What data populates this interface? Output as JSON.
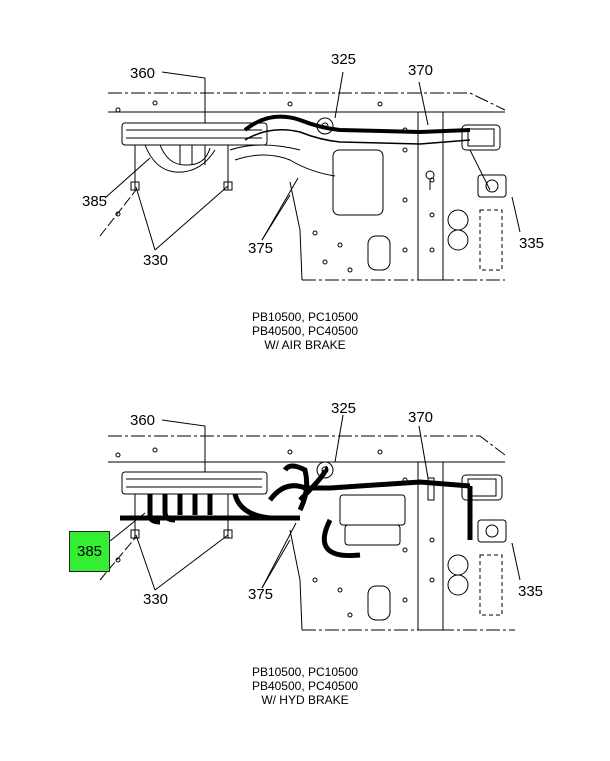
{
  "colors": {
    "highlight": "#33ee33",
    "line": "#000000"
  },
  "top_view": {
    "callouts": [
      "360",
      "325",
      "370",
      "385",
      "330",
      "375",
      "335"
    ],
    "caption": [
      "PB10500, PC10500",
      "PB40500, PC40500",
      "W/ AIR BRAKE"
    ]
  },
  "bottom_view": {
    "callouts": [
      "360",
      "325",
      "370",
      "385",
      "330",
      "375",
      "335"
    ],
    "caption": [
      "PB10500, PC10500",
      "PB40500, PC40500",
      "W/ HYD BRAKE"
    ]
  }
}
